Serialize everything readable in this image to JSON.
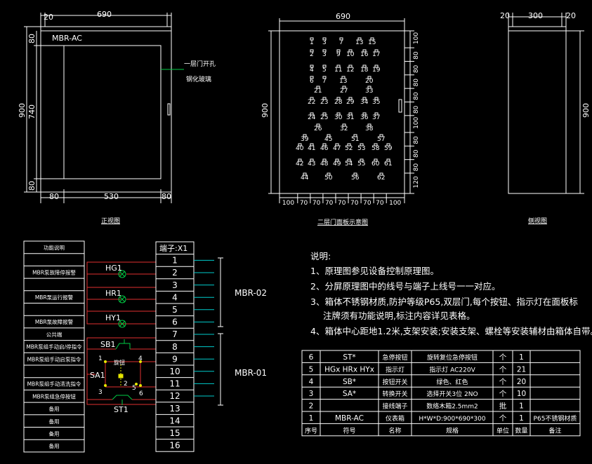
{
  "front_view": {
    "dims_top": [
      "20",
      "690"
    ],
    "dims_bottom": [
      "80",
      "530",
      "80"
    ],
    "dims_left_outer": "900",
    "dims_left_inner": [
      "80",
      "740",
      "80"
    ],
    "label": "MBR-AC",
    "callout_line1": "一层门开孔",
    "callout_line2": "钢化玻璃",
    "caption": "正视图"
  },
  "panel_view": {
    "dim_top": "690",
    "dim_left": "900",
    "dims_right": [
      "100",
      "80",
      "80",
      "80",
      "80",
      "80",
      "100",
      "80",
      "80",
      "80",
      "120"
    ],
    "dims_bottom": [
      "100",
      "70",
      "70",
      "70",
      "70",
      "70",
      "70",
      "70",
      "100"
    ],
    "caption": "二层门面板示意图",
    "holes": {
      "r1_top": [
        "1",
        "3",
        "7",
        "13",
        "15"
      ],
      "r1_a": [
        "2",
        "3",
        "9",
        "10",
        "16",
        "17"
      ],
      "r1_b": [
        "4",
        "5",
        "11",
        "12",
        "18",
        "19"
      ],
      "r1_c": [
        "6",
        "7",
        "13",
        "20"
      ],
      "r2_top": [
        "21",
        "27",
        "33"
      ],
      "r2_a": [
        "22",
        "23",
        "28",
        "29",
        "34",
        "35"
      ],
      "r2_b": [
        "24",
        "25",
        "30",
        "31",
        "36",
        "37"
      ],
      "r2_c": [
        "26",
        "32",
        "38"
      ],
      "r3_top": [
        "39",
        "45",
        "51",
        "57"
      ],
      "r3_a": [
        "40",
        "41",
        "46",
        "47",
        "52",
        "53",
        "58",
        "59"
      ],
      "r3_b": [
        "42",
        "43",
        "48",
        "49",
        "54",
        "55",
        "60",
        "61"
      ],
      "r3_c": [
        "44",
        "50",
        "56",
        "62"
      ]
    }
  },
  "side_view": {
    "dims_top": [
      "20",
      "300",
      "20"
    ],
    "dim_right": "900",
    "caption": "侧视图"
  },
  "function_table": {
    "header": "功能说明",
    "rows": [
      "",
      "MBR泵故障停报警",
      "",
      "MBR泵运行报警",
      "",
      "MBR泵故障报警",
      "公共端",
      "MBR泵组手动启/停指令",
      "MBR泵组手动启泵指令",
      "",
      "MBR泵组手动清洗指令",
      "MBR泵组急停按钮",
      "备用",
      "备用",
      "备用",
      "备用"
    ]
  },
  "circuit": {
    "lamps": [
      "HG1",
      "HR1",
      "HY1"
    ],
    "sb": "SB1",
    "sa": "SA1",
    "st": "ST1",
    "sa_mode": "旋钮",
    "contacts": [
      "1",
      "2",
      "3",
      "4",
      "5",
      "6"
    ]
  },
  "terminal": {
    "header": "端子:X1",
    "numbers": [
      "1",
      "2",
      "3",
      "4",
      "5",
      "6",
      "7",
      "8",
      "9",
      "10",
      "11",
      "12",
      "13",
      "14",
      "15",
      "16"
    ],
    "group_labels": [
      "MBR-02",
      "MBR-01"
    ]
  },
  "notes": {
    "title": "说明:",
    "lines": [
      "1、原理图参见设备控制原理图。",
      "2、分屏原理图中的线号与端子上线号一一对应。",
      "3、箱体不锈钢材质,防护等级P65,双层门,每个按钮、指示灯在面板标",
      "注牌须有功能说明,标注内容详见表格。",
      "4、箱体中心距地1.2米,支架安装;安装支架、螺栓等安装辅材由箱体自带。"
    ]
  },
  "parts_table": {
    "rows": [
      [
        "6",
        "ST*",
        "急停按钮",
        "旋转复位急停按钮",
        "个",
        "1",
        ""
      ],
      [
        "5",
        "HGx HRx HYx",
        "指示灯",
        "指示灯 AC220V",
        "个",
        "21",
        ""
      ],
      [
        "4",
        "SB*",
        "按钮开关",
        "绿色、红色",
        "个",
        "20",
        ""
      ],
      [
        "3",
        "SA*",
        "转换开关",
        "选择开关3位 2NO",
        "个",
        "10",
        ""
      ],
      [
        "2",
        "",
        "接线端子",
        "数络木箱2.5mm2",
        "批",
        "1",
        ""
      ],
      [
        "1",
        "MBR-AC",
        "仪表箱",
        "H*W*D:900*690*300",
        "个",
        "1",
        "P65不锈钢材质"
      ]
    ],
    "header": [
      "序号",
      "符号",
      "名称",
      "规格",
      "单位",
      "数量",
      "备注"
    ]
  },
  "colors": {
    "line": "#ffffff",
    "cyan": "#00cccc",
    "red": "#e03030",
    "green": "#00cc44",
    "yellow": "#e6e600"
  }
}
